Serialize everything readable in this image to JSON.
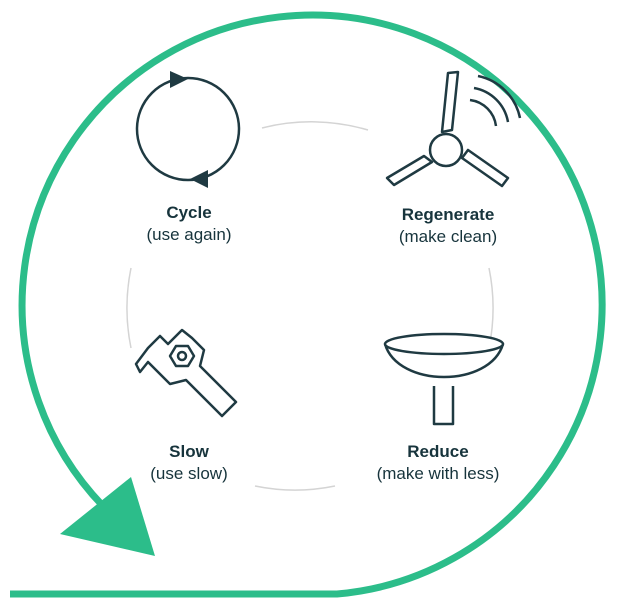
{
  "colors": {
    "accent": "#2cbd8a",
    "icon_stroke": "#1f3a42",
    "inner_ring": "#d4d4d4",
    "text": "#17343c"
  },
  "nodes": [
    {
      "title": "Cycle",
      "subtitle": "(use again)",
      "icon": "cycle-arrows-icon"
    },
    {
      "title": "Regenerate",
      "subtitle": "(make clean)",
      "icon": "wind-turbine-icon"
    },
    {
      "title": "Slow",
      "subtitle": "(use slow)",
      "icon": "wrench-nut-icon"
    },
    {
      "title": "Reduce",
      "subtitle": "(make with less)",
      "icon": "funnel-icon"
    }
  ]
}
